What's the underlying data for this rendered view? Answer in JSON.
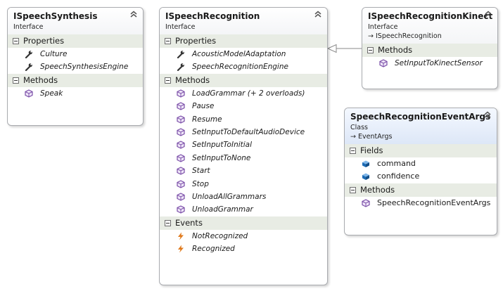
{
  "boxes": {
    "synthesis": {
      "title": "ISpeechSynthesis",
      "kind": "Interface",
      "sections": [
        {
          "label": "Properties",
          "items": [
            {
              "label": "Culture",
              "icon": "wrench-icon"
            },
            {
              "label": "SpeechSynthesisEngine",
              "icon": "wrench-icon"
            }
          ]
        },
        {
          "label": "Methods",
          "items": [
            {
              "label": "Speak",
              "icon": "method-cube-icon"
            }
          ]
        }
      ]
    },
    "recognition": {
      "title": "ISpeechRecognition",
      "kind": "Interface",
      "sections": [
        {
          "label": "Properties",
          "items": [
            {
              "label": "AcousticModelAdaptation",
              "icon": "wrench-icon"
            },
            {
              "label": "SpeechRecognitionEngine",
              "icon": "wrench-icon"
            }
          ]
        },
        {
          "label": "Methods",
          "items": [
            {
              "label": "LoadGrammar (+ 2 overloads)",
              "icon": "method-cube-icon"
            },
            {
              "label": "Pause",
              "icon": "method-cube-icon"
            },
            {
              "label": "Resume",
              "icon": "method-cube-icon"
            },
            {
              "label": "SetInputToDefaultAudioDevice",
              "icon": "method-cube-icon"
            },
            {
              "label": "SetInputToInitial",
              "icon": "method-cube-icon"
            },
            {
              "label": "SetInputToNone",
              "icon": "method-cube-icon"
            },
            {
              "label": "Start",
              "icon": "method-cube-icon"
            },
            {
              "label": "Stop",
              "icon": "method-cube-icon"
            },
            {
              "label": "UnloadAllGrammars",
              "icon": "method-cube-icon"
            },
            {
              "label": "UnloadGrammar",
              "icon": "method-cube-icon"
            }
          ]
        },
        {
          "label": "Events",
          "items": [
            {
              "label": "NotRecognized",
              "icon": "lightning-icon"
            },
            {
              "label": "Recognized",
              "icon": "lightning-icon"
            }
          ]
        }
      ]
    },
    "kinect": {
      "title": "ISpeechRecognitionKinect",
      "kind": "Interface",
      "base": "ISpeechRecognition",
      "sections": [
        {
          "label": "Methods",
          "items": [
            {
              "label": "SetInputToKinectSensor",
              "icon": "method-cube-icon"
            }
          ]
        }
      ]
    },
    "eventargs": {
      "title": "SpeechRecognitionEventArgs",
      "kind": "Class",
      "base": "EventArgs",
      "sections": [
        {
          "label": "Fields",
          "items": [
            {
              "label": "command",
              "icon": "field-icon"
            },
            {
              "label": "confidence",
              "icon": "field-icon"
            }
          ]
        },
        {
          "label": "Methods",
          "items": [
            {
              "label": "SpeechRecognitionEventArgs",
              "icon": "method-cube-icon"
            }
          ]
        }
      ]
    }
  },
  "colors": {
    "method": "#7b4fa8",
    "event": "#e07a1c",
    "field": "#1b6bb5",
    "property": "#333333",
    "section_bg": "#e8ece4"
  }
}
